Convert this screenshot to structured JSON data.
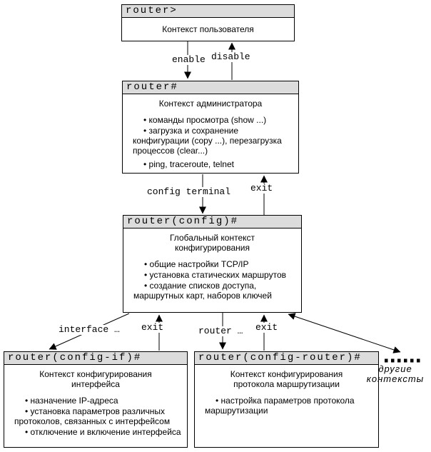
{
  "diagram": {
    "boxes": [
      {
        "prompt": "router>",
        "title": "Контекст пользователя",
        "bullets": []
      },
      {
        "prompt": "router#",
        "title": "Контекст администратора",
        "bullets": [
          "команды просмотра (show ...)",
          "загрузка и сохранение\nконфигурации (copy ...), перезагрузка\nпроцессов (clear...)",
          "ping, traceroute, telnet"
        ]
      },
      {
        "prompt": "router(config)#",
        "title": "Глобальный контекст\nконфигурирования",
        "bullets": [
          "общие настройки TCP/IP",
          "установка статических маршрутов",
          "создание списков доступа,\nмаршрутных карт, наборов ключей"
        ]
      },
      {
        "prompt": "router(config-if)#",
        "title": "Контекст конфигурирования\nинтерфейса",
        "bullets": [
          "назначение IP-адреса",
          "установка параметров различных\nпротоколов, связанных с интерфейсом",
          "отключение и включение интерфейса"
        ]
      },
      {
        "prompt": "router(config-router)#",
        "title": "Контекст конфигурирования\nпротокола маршрутизации",
        "bullets": [
          "настройка параметров протокола\nмаршрутизации"
        ]
      }
    ],
    "labels": {
      "enable": "enable",
      "disable": "disable",
      "config_terminal": "config terminal",
      "exit_to_admin": "exit",
      "interface": "interface …",
      "exit_if_to_global": "exit",
      "router_cmd": "router …",
      "exit_router_to_global": "exit",
      "other_contexts": "другие\nконтексты"
    },
    "colors": {
      "header_bg": "#dcdcdc",
      "border": "#000000",
      "background": "#ffffff",
      "line": "#000000"
    }
  }
}
